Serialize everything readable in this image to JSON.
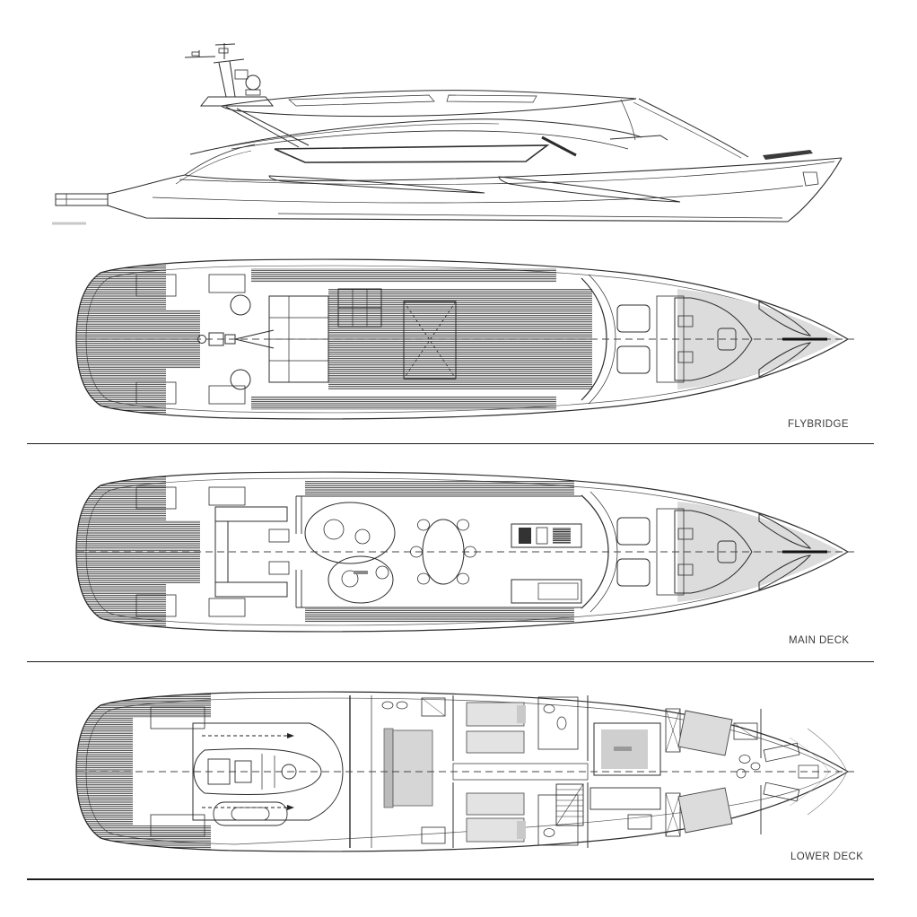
{
  "labels": {
    "flybridge": "FLYBRIDGE",
    "main_deck": "MAIN DECK",
    "lower_deck": "LOWER DECK"
  },
  "colors": {
    "background": "#ffffff",
    "line": "#2c2c2c",
    "teak_hatch": "#161616",
    "shade_gray": "#dcdcdc",
    "bed_gray": "#d6d6d6",
    "label_text": "#3a3a3a",
    "separator": "#1b1b1b",
    "centerline": "#444444"
  }
}
